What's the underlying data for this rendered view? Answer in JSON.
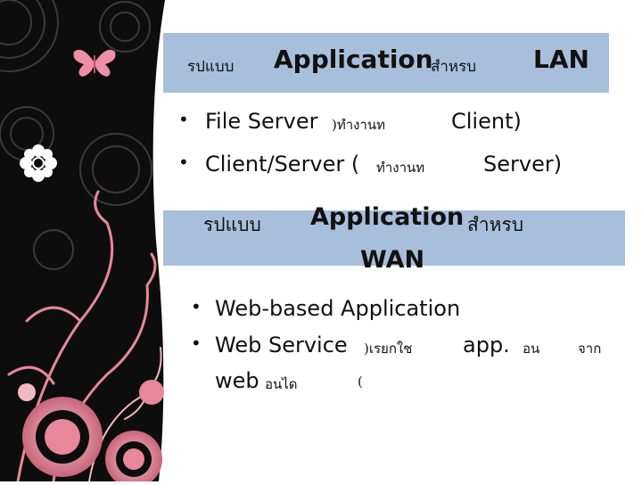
{
  "section1": {
    "heading_thai1": "รปแบบ",
    "heading_app": "Application",
    "heading_thai2": "สำหรบ",
    "heading_lan": "LAN",
    "bullets": [
      {
        "main": "File Server",
        "thai": ")ทำงานท",
        "tail": "Client)"
      },
      {
        "main": "Client/Server (",
        "thai": "ทำงานท",
        "tail": "Server)"
      }
    ]
  },
  "section2": {
    "heading_thai1": "รปแบบ",
    "heading_app": "Application",
    "heading_thai2": "สำหรบ",
    "heading_wan": "WAN",
    "bullets": [
      {
        "main": "Web-based Application"
      },
      {
        "main": "Web Service",
        "thai": ")เรยกใช",
        "mid": "app.",
        "thai2": "อน",
        "thai3": "จาก",
        "line2_main": "web",
        "line2_thai": "อนได",
        "line2_paren": "("
      }
    ]
  },
  "colors": {
    "banner": "#a8bfdc",
    "panel": "#0d0d0d",
    "accent_pink": "#e8879a",
    "butterfly": "#ef8fa6"
  }
}
